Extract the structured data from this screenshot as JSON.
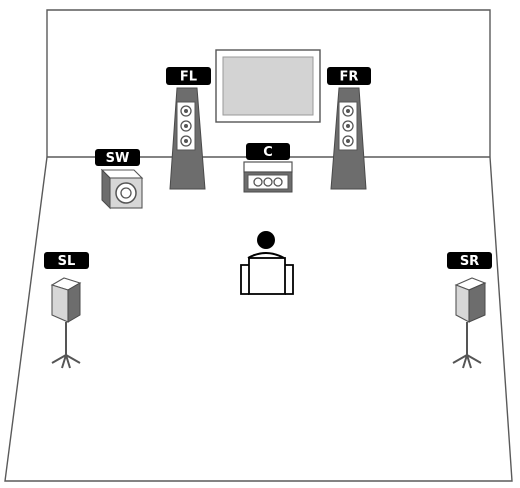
{
  "speakers": {
    "fl": "FL",
    "fr": "FR",
    "c": "C",
    "sw": "SW",
    "sl": "SL",
    "sr": "SR"
  },
  "colors": {
    "line": "#555555",
    "speaker_gray": "#6d6d6d",
    "light_gray": "#d7d7d7",
    "label_bg": "#000000",
    "label_text": "#ffffff",
    "screen_fill": "#d3d3d3"
  }
}
